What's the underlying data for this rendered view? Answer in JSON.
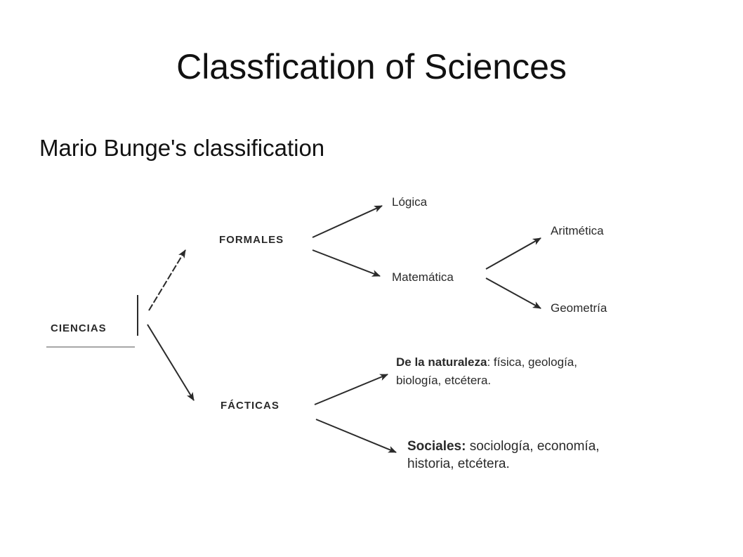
{
  "title": "Classfication of Sciences",
  "subtitle": "Mario Bunge's classification",
  "diagram": {
    "root": "CIENCIAS",
    "formales": {
      "label": "FORMALES",
      "logica": "Lógica",
      "matematica": "Matemática",
      "aritmetica": "Aritmética",
      "geometria": "Geometría"
    },
    "facticas": {
      "label": "FÁCTICAS",
      "naturaleza_bold": "De la naturaleza",
      "naturaleza_rest": ": física, geología,",
      "naturaleza_line2": "biología, etcétera.",
      "sociales_bold": "Sociales:",
      "sociales_rest": " sociología, economía,",
      "sociales_line2": "historia, etcétera."
    }
  },
  "colors": {
    "text": "#111111",
    "diagram_text": "#2a2a2a",
    "arrow": "#2a2a2a",
    "rule": "#8a8a8a"
  }
}
